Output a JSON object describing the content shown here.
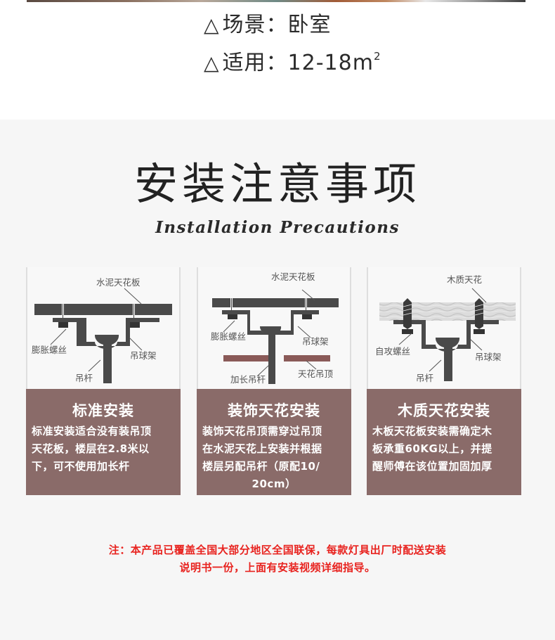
{
  "specs": [
    {
      "icon": "triangle-icon",
      "symbol": "△",
      "label": "场景：",
      "value": "卧室"
    },
    {
      "icon": "triangle-icon",
      "symbol": "△",
      "label": "适用：",
      "value": "12-18m",
      "sup": "2"
    }
  ],
  "section": {
    "title": "安装注意事项",
    "subtitle": "Installation Precautions"
  },
  "cards": [
    {
      "diagram_labels": {
        "ceiling": "水泥天花板",
        "screw": "膨胀螺丝",
        "bracket": "吊球架",
        "rod": "吊杆"
      },
      "title": "标准安装",
      "lines": [
        "标准安装适合没有装吊顶",
        "天花板，楼层在2.8米以",
        "下，可不使用加长杆"
      ]
    },
    {
      "diagram_labels": {
        "ceiling": "水泥天花板",
        "screw": "膨胀螺丝",
        "bracket": "吊球架",
        "rod": "加长吊杆",
        "false_ceiling": "天花吊顶"
      },
      "title": "装饰天花安装",
      "lines": [
        "装饰天花吊顶需穿过吊顶",
        "在水泥天花上安装并根据",
        "楼层另配吊杆（原配10/",
        "20cm）"
      ]
    },
    {
      "diagram_labels": {
        "ceiling": "木质天花",
        "screw": "自攻螺丝",
        "bracket": "吊球架",
        "rod": "吊杆"
      },
      "title": "木质天花安装",
      "lines": [
        "木板天花板安装需确定木",
        "板承重60KG以上，并提",
        "醒师傅在该位置加固加厚"
      ]
    }
  ],
  "note": {
    "lines": [
      "注：本产品已覆盖全国大部分地区全国联保，每款灯具出厂时配送安装",
      "说明书一份，上面有安装视频详细指导。"
    ]
  },
  "colors": {
    "card_bg": "#8a6b69",
    "note_red": "#e8231f",
    "diagram_dark": "#4a4a4a",
    "false_ceiling": "#8a5a58"
  }
}
